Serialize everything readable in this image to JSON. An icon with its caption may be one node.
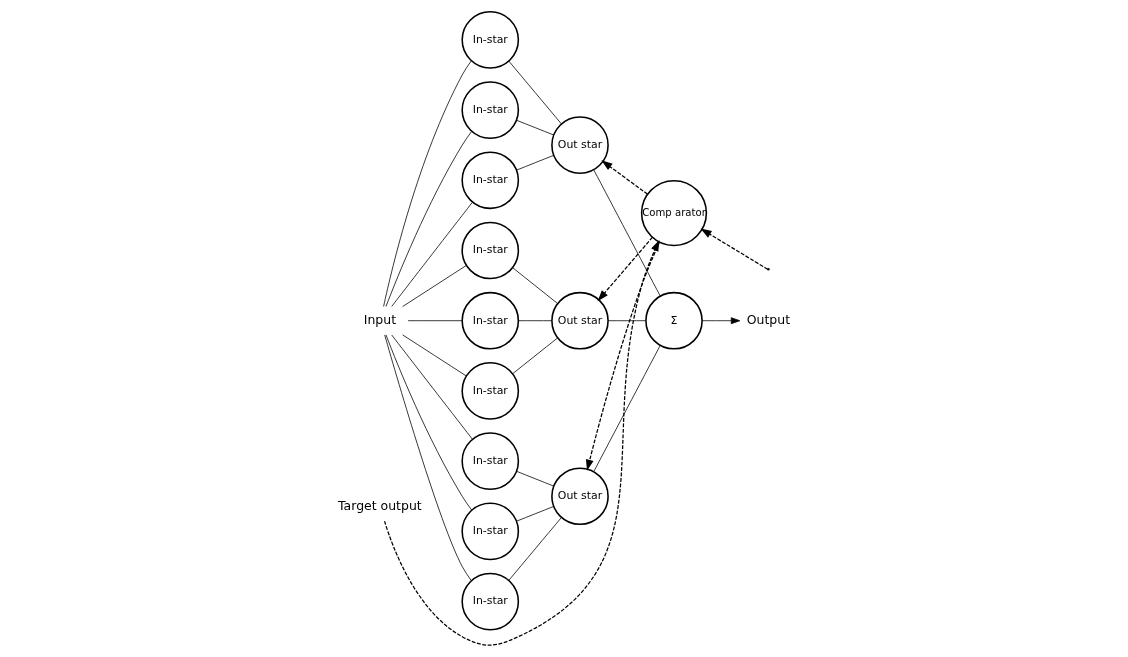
{
  "diagram": {
    "nodes": [
      {
        "text": [
          "Input"
        ]
      },
      {
        "text": [
          "Target output"
        ]
      },
      {
        "text": [
          "Comp arator"
        ]
      },
      {
        "text": [
          "In-star"
        ]
      },
      {
        "text": [
          "In-star"
        ]
      },
      {
        "text": [
          "In-star"
        ]
      },
      {
        "text": [
          "Out star"
        ]
      },
      {
        "text": [
          "In-star"
        ]
      },
      {
        "text": [
          "In-star"
        ]
      },
      {
        "text": [
          "In-star"
        ]
      },
      {
        "text": [
          "Out star"
        ]
      },
      {
        "text": [
          "In-star"
        ]
      },
      {
        "text": [
          "In-star"
        ]
      },
      {
        "text": [
          "In-star"
        ]
      },
      {
        "text": [
          "Out star"
        ]
      },
      {
        "text": [
          "Σ"
        ]
      },
      {
        "text": [
          "Output"
        ]
      }
    ],
    "edges": [
      {
        "from": 0,
        "to": 3,
        "arrow": "none"
      },
      {
        "from": 0,
        "to": 4,
        "arrow": "none"
      },
      {
        "from": 0,
        "to": 5,
        "arrow": "none"
      },
      {
        "from": 0,
        "to": 7,
        "arrow": "none"
      },
      {
        "from": 0,
        "to": 8,
        "arrow": "none"
      },
      {
        "from": 0,
        "to": 9,
        "arrow": "none"
      },
      {
        "from": 0,
        "to": 11,
        "arrow": "none"
      },
      {
        "from": 0,
        "to": 12,
        "arrow": "none"
      },
      {
        "from": 0,
        "to": 13,
        "arrow": "none"
      },
      {
        "from": 3,
        "to": 6,
        "arrow": "none"
      },
      {
        "from": 4,
        "to": 6,
        "arrow": "none"
      },
      {
        "from": 5,
        "to": 6,
        "arrow": "none"
      },
      {
        "from": 7,
        "to": 10,
        "arrow": "none"
      },
      {
        "from": 8,
        "to": 10,
        "arrow": "none"
      },
      {
        "from": 9,
        "to": 10,
        "arrow": "none"
      },
      {
        "from": 11,
        "to": 14,
        "arrow": "none"
      },
      {
        "from": 12,
        "to": 14,
        "arrow": "none"
      },
      {
        "from": 13,
        "to": 14,
        "arrow": "none"
      },
      {
        "from": 6,
        "to": 15,
        "arrow": "none"
      },
      {
        "from": 10,
        "to": 15,
        "arrow": "none"
      },
      {
        "from": 14,
        "to": 15,
        "arrow": "none"
      },
      {
        "from": 15,
        "to": 16,
        "arrow": "to"
      },
      {
        "from": 1,
        "to": 2,
        "arrow": "to",
        "style": "dashed"
      },
      {
        "from": null,
        "to": 2,
        "arrow": "to",
        "style": "dashed"
      },
      {
        "from": 2,
        "to": 6,
        "arrow": "to",
        "style": "dashed"
      },
      {
        "from": 2,
        "to": 10,
        "arrow": "to",
        "style": "dashed"
      },
      {
        "from": 2,
        "to": 14,
        "arrow": "to",
        "style": "dashed"
      }
    ]
  }
}
